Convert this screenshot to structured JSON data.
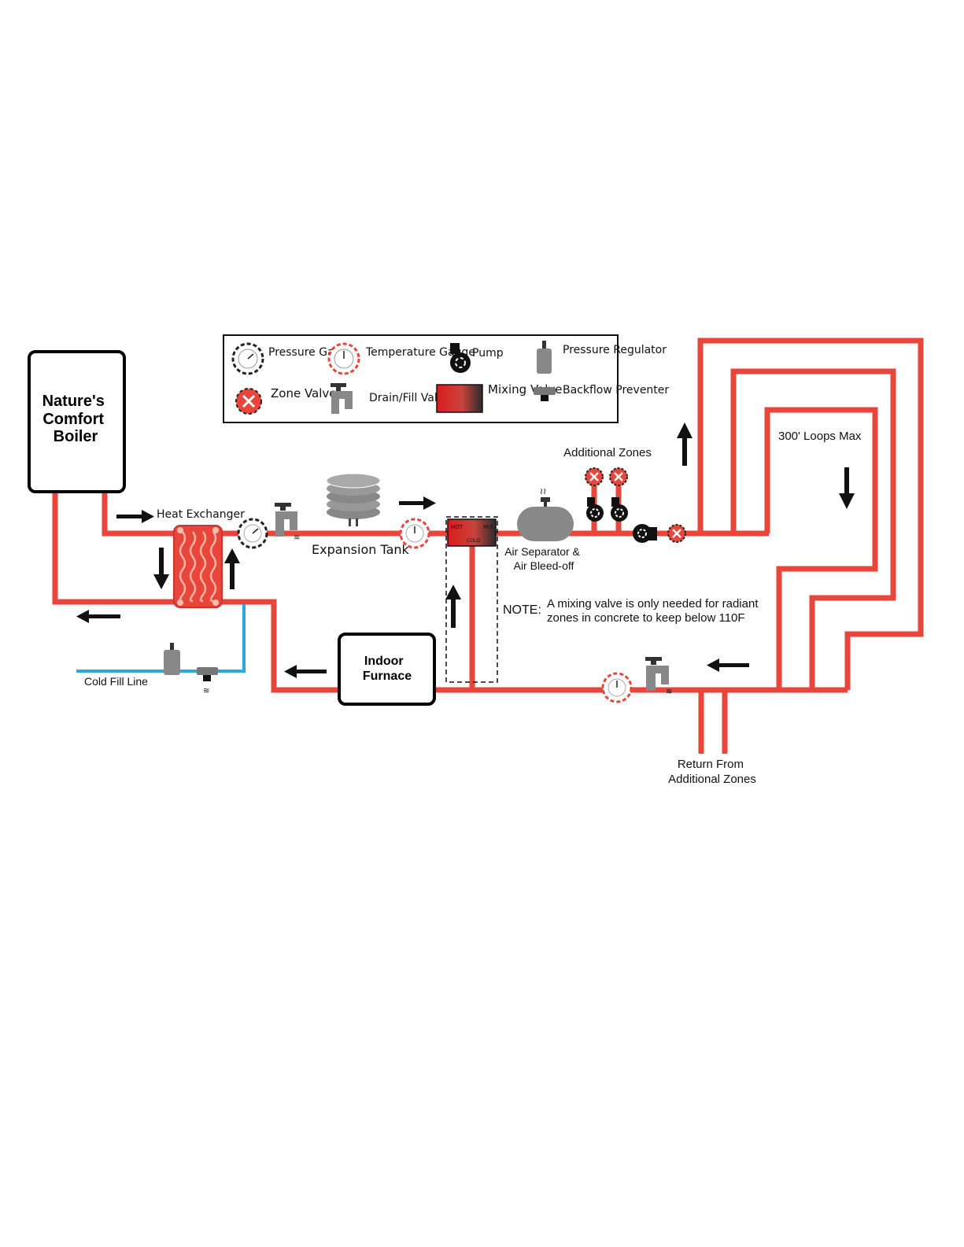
{
  "legend": {
    "pressure_gauge": "Pressure Gauge",
    "temperature_gauge": "Temperature Gauge",
    "pump": "Pump",
    "pressure_regulator": "Pressure Regulator",
    "zone_valve": "Zone Valve",
    "drain_fill_valve": "Drain/Fill Valve",
    "mixing_valve": "Mixing Valve",
    "backflow_preventer": "Backflow Preventer"
  },
  "boiler": {
    "line1": "Nature's",
    "line2": "Comfort",
    "line3": "Boiler"
  },
  "furnace": {
    "line1": "Indoor",
    "line2": "Furnace"
  },
  "labels": {
    "heat_exchanger": "Heat Exchanger",
    "expansion_tank": "Expansion Tank",
    "air_separator_1": "Air Separator &",
    "air_separator_2": "Air Bleed-off",
    "additional_zones": "Additional Zones",
    "loops_max": "300' Loops Max",
    "cold_fill_line": "Cold Fill Line",
    "return_1": "Return From",
    "return_2": "Additional Zones",
    "note_prefix": "NOTE:",
    "note_line1": "A mixing valve is only needed for radiant",
    "note_line2": "zones in concrete to keep below 110F"
  },
  "mixing_valve_marks": {
    "hot": "HOT",
    "cold": "COLD",
    "mix": "MIX"
  },
  "colors": {
    "pipe": "#e8463a",
    "water": "#2aa9de",
    "component": "#888888",
    "border": "#000000"
  }
}
